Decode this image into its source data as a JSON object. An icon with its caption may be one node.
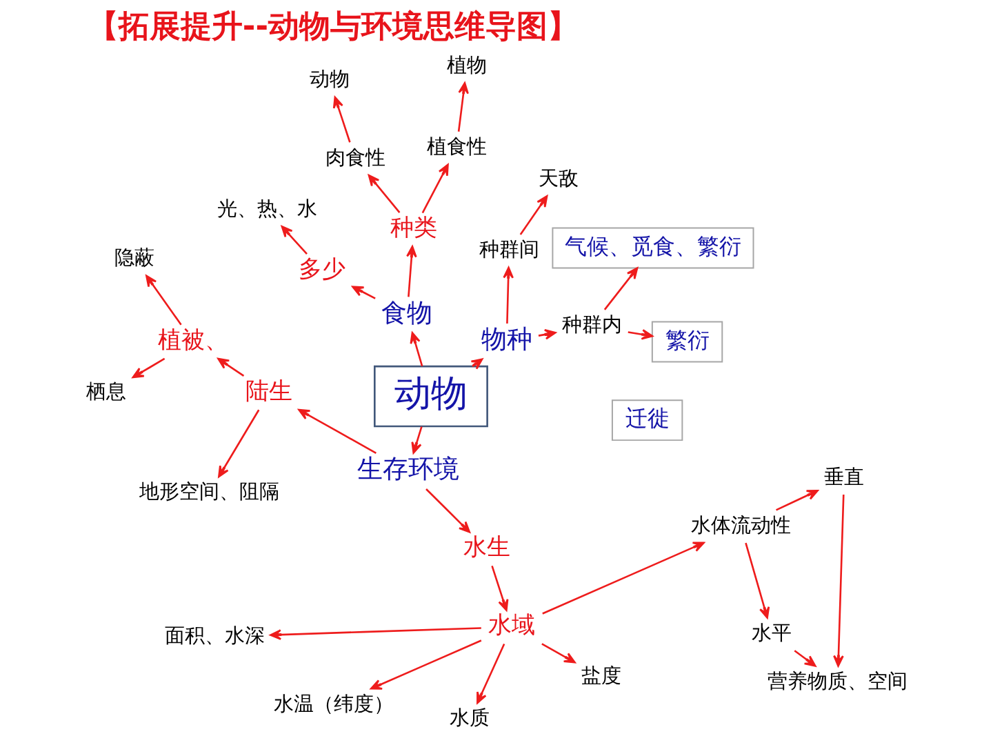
{
  "diagram": {
    "title": "【拓展提升--动物与环境思维导图】",
    "nodes": [
      {
        "text": [
          "动物"
        ]
      },
      {
        "text": [
          "物种"
        ]
      },
      {
        "text": [
          "种群内"
        ]
      },
      {
        "text": [
          "繁衍"
        ]
      },
      {
        "text": [
          "迁徙"
        ]
      },
      {
        "text": [
          "气候、觅食、繁衍"
        ]
      },
      {
        "text": [
          "种群间"
        ]
      },
      {
        "text": [
          "天敌"
        ]
      },
      {
        "text": [
          "食物"
        ]
      },
      {
        "text": [
          "种类"
        ]
      },
      {
        "text": [
          "植食性"
        ]
      },
      {
        "text": [
          "植物"
        ]
      },
      {
        "text": [
          "肉食性"
        ]
      },
      {
        "text": [
          "动物"
        ]
      },
      {
        "text": [
          "多少"
        ]
      },
      {
        "text": [
          "光、热、水"
        ]
      },
      {
        "text": [
          "生存环境"
        ]
      },
      {
        "text": [
          "陆生"
        ]
      },
      {
        "text": [
          "植被、"
        ]
      },
      {
        "text": [
          "隐蔽"
        ]
      },
      {
        "text": [
          "栖息"
        ]
      },
      {
        "text": [
          "地形空间、阻隔"
        ]
      },
      {
        "text": [
          "水生"
        ]
      },
      {
        "text": [
          "水域"
        ]
      },
      {
        "text": [
          "面积、水深"
        ]
      },
      {
        "text": [
          "水温（纬度）"
        ]
      },
      {
        "text": [
          "水质"
        ]
      },
      {
        "text": [
          "盐度"
        ]
      },
      {
        "text": [
          "水体流动性"
        ]
      },
      {
        "text": [
          "水平"
        ]
      },
      {
        "text": [
          "垂直"
        ]
      },
      {
        "text": [
          "营养物质、空间"
        ]
      }
    ],
    "edges": [
      {
        "from": 0,
        "to": 1,
        "arrow": "to"
      },
      {
        "from": 1,
        "to": 2,
        "arrow": "to"
      },
      {
        "from": 2,
        "to": 3,
        "arrow": "to"
      },
      {
        "from": 2,
        "to": 5,
        "arrow": "to"
      },
      {
        "from": 1,
        "to": 6,
        "arrow": "to"
      },
      {
        "from": 6,
        "to": 7,
        "arrow": "to"
      },
      {
        "from": 0,
        "to": 8,
        "arrow": "to"
      },
      {
        "from": 8,
        "to": 9,
        "arrow": "to"
      },
      {
        "from": 9,
        "to": 10,
        "arrow": "to"
      },
      {
        "from": 10,
        "to": 11,
        "arrow": "to"
      },
      {
        "from": 9,
        "to": 12,
        "arrow": "to"
      },
      {
        "from": 12,
        "to": 13,
        "arrow": "to"
      },
      {
        "from": 8,
        "to": 14,
        "arrow": "to"
      },
      {
        "from": 14,
        "to": 15,
        "arrow": "to"
      },
      {
        "from": 0,
        "to": 16,
        "arrow": "to"
      },
      {
        "from": 16,
        "to": 17,
        "arrow": "to"
      },
      {
        "from": 17,
        "to": 18,
        "arrow": "to"
      },
      {
        "from": 18,
        "to": 19,
        "arrow": "to"
      },
      {
        "from": 18,
        "to": 20,
        "arrow": "to"
      },
      {
        "from": 17,
        "to": 21,
        "arrow": "to"
      },
      {
        "from": 16,
        "to": 22,
        "arrow": "to"
      },
      {
        "from": 22,
        "to": 23,
        "arrow": "to"
      },
      {
        "from": 23,
        "to": 24,
        "arrow": "to"
      },
      {
        "from": 23,
        "to": 25,
        "arrow": "to"
      },
      {
        "from": 23,
        "to": 26,
        "arrow": "to"
      },
      {
        "from": 23,
        "to": 27,
        "arrow": "to"
      },
      {
        "from": 23,
        "to": 28,
        "arrow": "to"
      },
      {
        "from": 28,
        "to": 29,
        "arrow": "to"
      },
      {
        "from": 29,
        "to": 31,
        "arrow": "to"
      },
      {
        "from": 28,
        "to": 30,
        "arrow": "to"
      },
      {
        "from": 30,
        "to": 31,
        "arrow": "to"
      }
    ]
  }
}
